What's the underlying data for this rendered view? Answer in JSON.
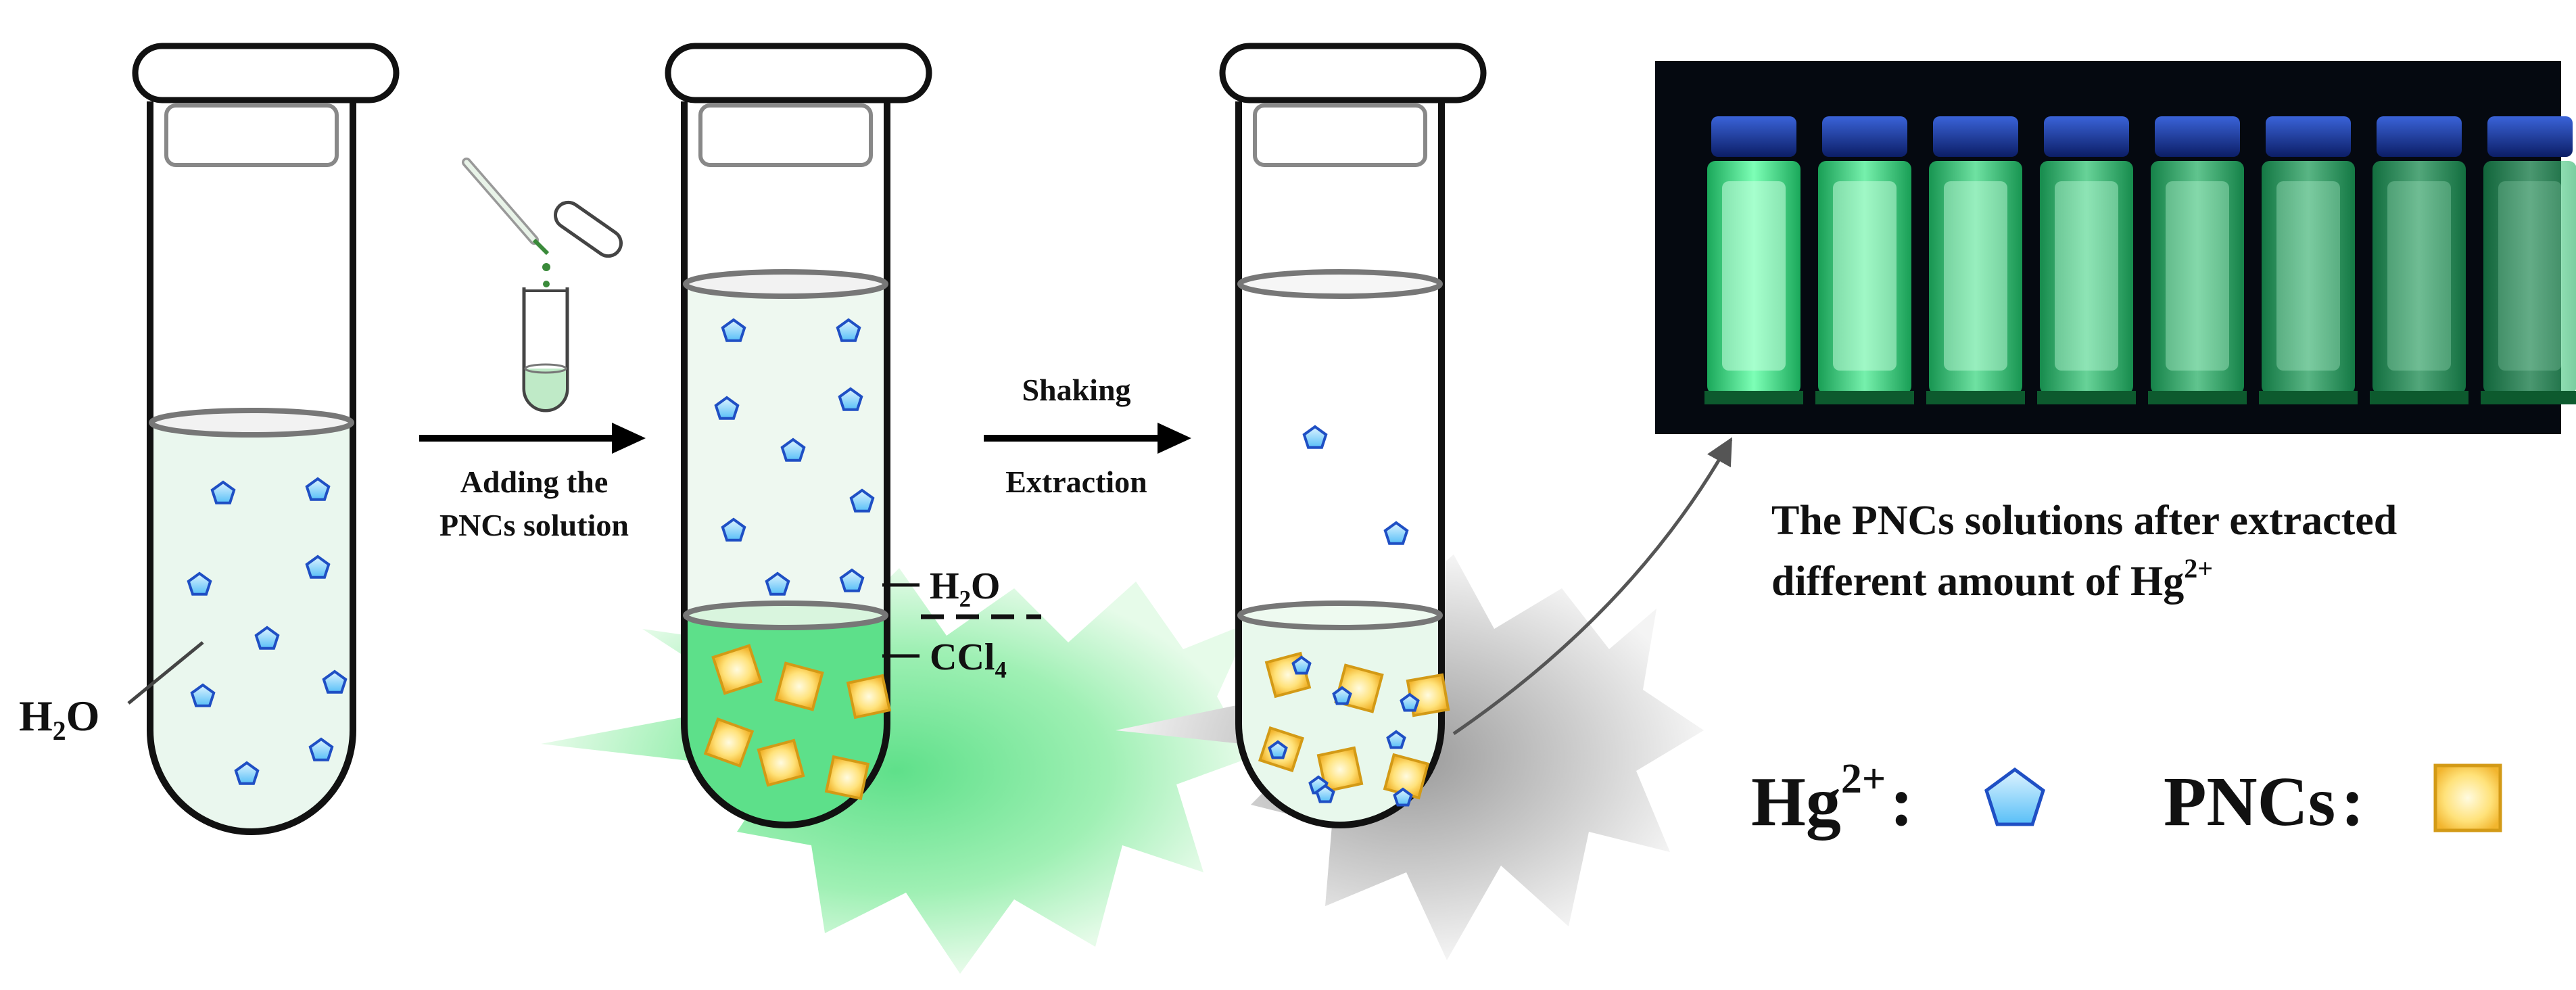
{
  "steps": {
    "step1_label_line1": "Adding the",
    "step1_label_line2": "PNCs solution",
    "step2_label_line1": "Shaking",
    "step2_label_line2": "Extraction"
  },
  "tube1": {
    "layer_label_main": "H",
    "layer_label_sub": "2",
    "layer_label_end": "O"
  },
  "tube2": {
    "upper_label_main": "H",
    "upper_label_sub": "2",
    "upper_label_end": "O",
    "lower_label_main": "CCl",
    "lower_label_sub": "4"
  },
  "photo": {
    "caption_line1": "The PNCs solutions after extracted",
    "caption_line2_main": "different amount of Hg",
    "caption_line2_sup": "2+",
    "vial_count": 8
  },
  "legend": {
    "hg_label_main": "Hg",
    "hg_label_sup": "2+",
    "hg_label_colon": ":",
    "pncs_label": "PNCs",
    "pncs_label_colon": ":"
  },
  "colors": {
    "ion_fill": "#7fd0ff",
    "ion_stroke": "#1f4fc4",
    "pnc_fill": "#ffd96a",
    "pnc_stroke": "#d39a16",
    "ccl4_green": "#5de08a",
    "glow_green": "#9ff0b4",
    "glow_gray": "#cfcfcf",
    "fluorescence": "#3dff8a"
  }
}
